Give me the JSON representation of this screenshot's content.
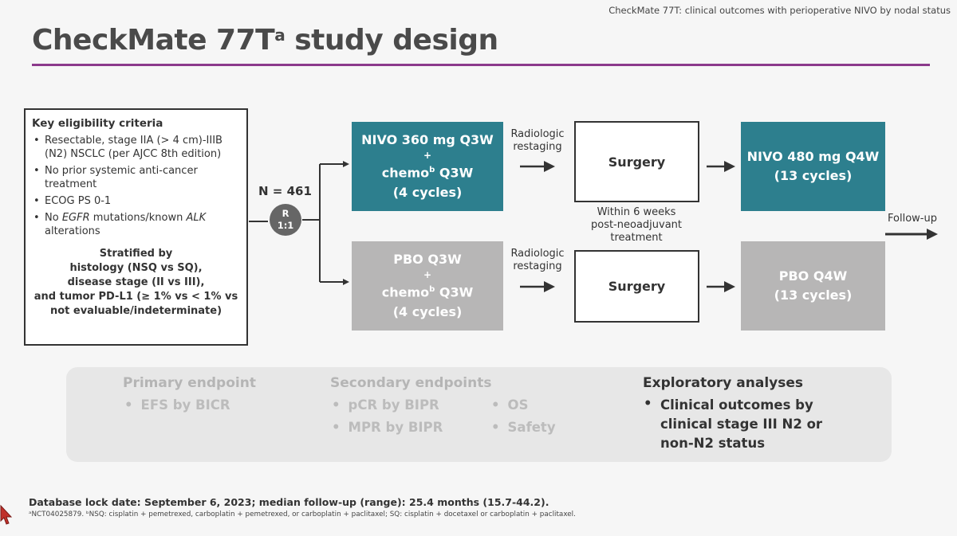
{
  "header": {
    "caption": "CheckMate 77T: clinical outcomes with perioperative NIVO by nodal status",
    "title": "CheckMate 77T",
    "title_sup": "a",
    "title_rest": " study design",
    "accent_color": "#8b3a8b"
  },
  "eligibility": {
    "heading": "Key eligibility criteria",
    "items": [
      [
        "Resectable, stage IIA (> 4 cm)-IIIB",
        "(N2) NSCLC (per AJCC 8th edition)"
      ],
      [
        "No prior systemic anti-cancer",
        "treatment"
      ],
      [
        "ECOG PS 0-1"
      ],
      [
        "No ",
        "EGFR",
        " mutations/known ",
        "ALK",
        "alterations"
      ]
    ],
    "stratified": [
      "Stratified by",
      "histology (NSQ vs SQ),",
      "disease stage (II vs III),",
      "and tumor PD-L1 (≥ 1% vs < 1% vs",
      "not evaluable/indeterminate)"
    ]
  },
  "randomization": {
    "n_label": "N = 461",
    "circle_line1": "R",
    "circle_line2": "1:1"
  },
  "arms": {
    "nivo": {
      "neoadj_line1": "NIVO 360 mg Q3W",
      "plus": "+",
      "chemo": "chemo",
      "chemo_sup": "b",
      "chemo_rest": " Q3W",
      "cycles": "(4 cycles)",
      "restaging_line1": "Radiologic",
      "restaging_line2": "restaging",
      "surgery": "Surgery",
      "adj_line1": "NIVO 480 mg Q4W",
      "adj_line2": "(13 cycles)",
      "color": "#2d7f8e"
    },
    "pbo": {
      "neoadj_line1": "PBO Q3W",
      "plus": "+",
      "chemo": "chemo",
      "chemo_sup": "b",
      "chemo_rest": " Q3W",
      "cycles": "(4 cycles)",
      "restaging_line1": "Radiologic",
      "restaging_line2": "restaging",
      "surgery": "Surgery",
      "adj_line1": "PBO Q4W",
      "adj_line2": "(13 cycles)",
      "color": "#b7b6b6"
    },
    "surgery_timing": [
      "Within 6 weeks",
      "post-neoadjuvant",
      "treatment"
    ],
    "followup": "Follow-up"
  },
  "endpoints": {
    "primary_heading": "Primary endpoint",
    "primary_items": [
      "EFS by BICR"
    ],
    "secondary_heading": "Secondary endpoints",
    "secondary_items": [
      "pCR by BIPR",
      "MPR by BIPR",
      "OS",
      "Safety"
    ],
    "exploratory_heading": "Exploratory analyses",
    "exploratory_items": [
      "Clinical outcomes by",
      "clinical stage III N2 or",
      "non-N2 status"
    ]
  },
  "footer": {
    "lock_date": "Database lock date: September 6, 2023; median follow-up (range): 25.4 months (15.7-44.2).",
    "footnote": "ᵃNCT04025879. ᵇNSQ: cisplatin + pemetrexed, carboplatin + pemetrexed, or carboplatin + paclitaxel; SQ: cisplatin + docetaxel or carboplatin + paclitaxel."
  }
}
